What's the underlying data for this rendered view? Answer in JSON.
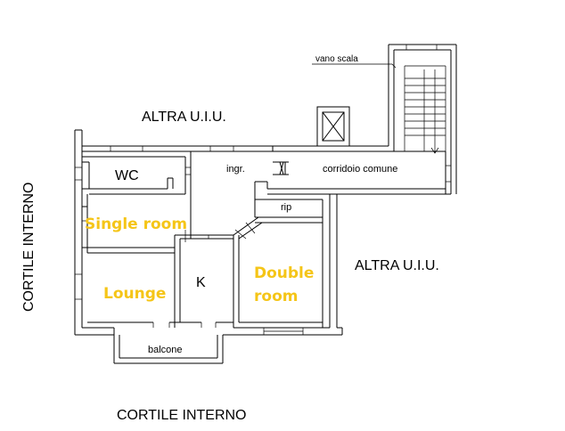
{
  "labels": {
    "altra_top": "ALTRA U.I.U.",
    "altra_right": "ALTRA U.I.U.",
    "cortile_left": "CORTILE INTERNO",
    "cortile_bottom": "CORTILE INTERNO",
    "vano_scala": "vano scala",
    "wc": "WC",
    "ingr": "ingr.",
    "corridoio": "corridoio comune",
    "rip": "rip",
    "k": "K",
    "balcone": "balcone"
  },
  "rooms": {
    "single": "Single room",
    "lounge": "Lounge",
    "double_line1": "Double",
    "double_line2": "room"
  },
  "colors": {
    "room_label": "#f5c518",
    "wall": "#000000"
  }
}
